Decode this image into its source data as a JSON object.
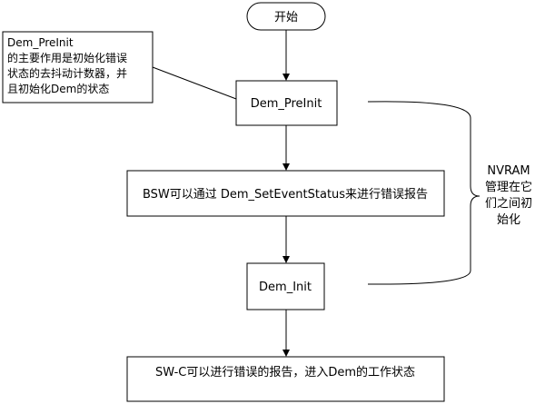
{
  "start": {
    "label": "开始"
  },
  "annotation": {
    "lines": [
      "Dem_PreInit",
      "的主要作用是初始化错误",
      "状态的去抖动计数器，并",
      "且初始化Dem的状态"
    ]
  },
  "steps": {
    "preinit": "Dem_PreInit",
    "set_event_status": "BSW可以通过 Dem_SetEventStatus来进行错误报告",
    "init": "Dem_Init",
    "swc_report": "SW-C可以进行错误的报告，进入Dem的工作状态"
  },
  "nvram_note": {
    "lines": [
      "NVRAM",
      "管理在它",
      "们之间初",
      "始化"
    ]
  }
}
